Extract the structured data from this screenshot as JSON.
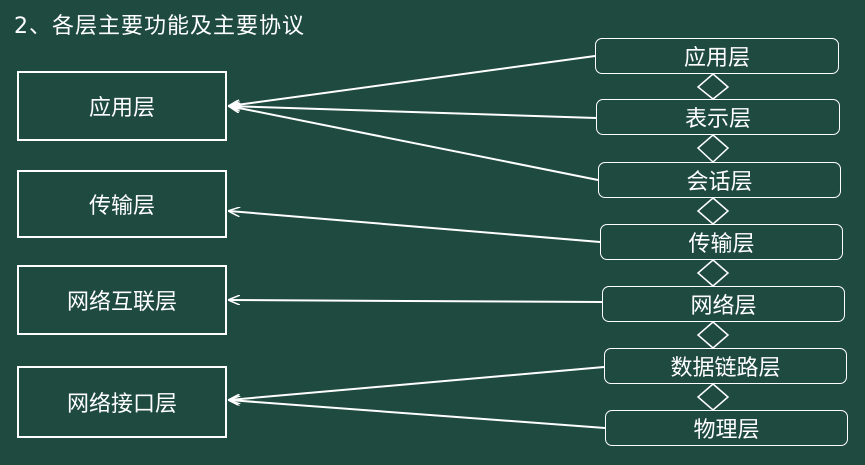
{
  "title": "2、各层主要功能及主要协议",
  "tcpip_layers": [
    {
      "label": "应用层"
    },
    {
      "label": "传输层"
    },
    {
      "label": "网络互联层"
    },
    {
      "label": "网络接口层"
    }
  ],
  "osi_layers": [
    {
      "label": "应用层"
    },
    {
      "label": "表示层"
    },
    {
      "label": "会话层"
    },
    {
      "label": "传输层"
    },
    {
      "label": "网络层"
    },
    {
      "label": "数据链路层"
    },
    {
      "label": "物理层"
    }
  ],
  "mappings": [
    {
      "osi": "应用层",
      "tcpip": "应用层"
    },
    {
      "osi": "表示层",
      "tcpip": "应用层"
    },
    {
      "osi": "会话层",
      "tcpip": "应用层"
    },
    {
      "osi": "传输层",
      "tcpip": "传输层"
    },
    {
      "osi": "网络层",
      "tcpip": "网络互联层"
    },
    {
      "osi": "数据链路层",
      "tcpip": "网络接口层"
    },
    {
      "osi": "物理层",
      "tcpip": "网络接口层"
    }
  ],
  "colors": {
    "background": "#1f4a40",
    "foreground": "#ffffff"
  }
}
